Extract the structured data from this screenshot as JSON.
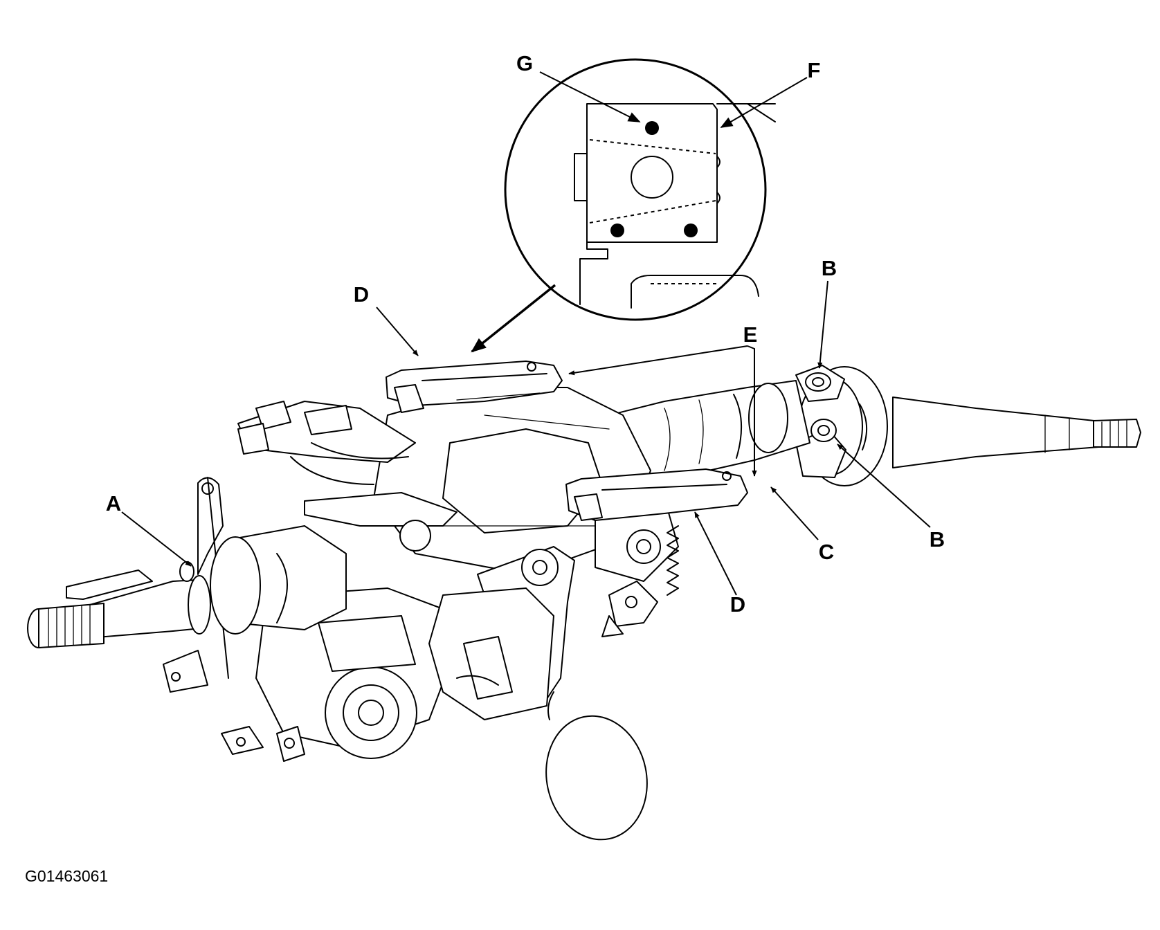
{
  "callouts": {
    "A": "A",
    "B_top": "B",
    "B_bottom": "B",
    "C": "C",
    "D_top": "D",
    "D_bottom": "D",
    "E": "E",
    "F": "F",
    "G": "G"
  },
  "figure_code": "G01463061"
}
